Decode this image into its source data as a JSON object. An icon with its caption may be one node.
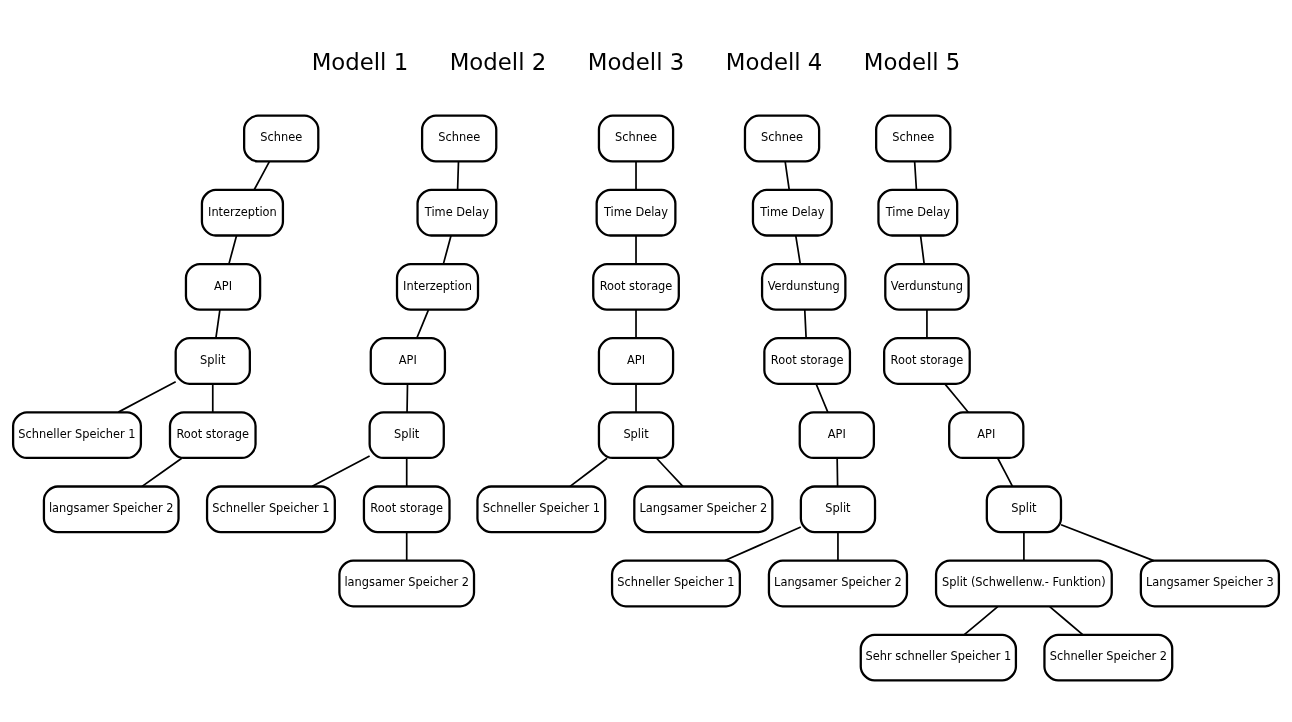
{
  "diagram": {
    "nodes": [
      {
        "text": [
          "Schnee"
        ]
      },
      {
        "text": [
          "Interzeption"
        ]
      },
      {
        "text": [
          "API"
        ]
      },
      {
        "text": [
          "Split"
        ]
      },
      {
        "text": [
          "Schneller Speicher 1"
        ]
      },
      {
        "text": [
          "Root storage"
        ]
      },
      {
        "text": [
          "langsamer Speicher 2"
        ]
      },
      {
        "text": [
          "Schnee"
        ]
      },
      {
        "text": [
          "Time Delay"
        ]
      },
      {
        "text": [
          "Interzeption"
        ]
      },
      {
        "text": [
          "API"
        ]
      },
      {
        "text": [
          "Split"
        ]
      },
      {
        "text": [
          "Schneller Speicher 1"
        ]
      },
      {
        "text": [
          "Root storage"
        ]
      },
      {
        "text": [
          "langsamer Speicher 2"
        ]
      },
      {
        "text": [
          "Schnee"
        ]
      },
      {
        "text": [
          "Time Delay"
        ]
      },
      {
        "text": [
          "Root storage"
        ]
      },
      {
        "text": [
          "API"
        ]
      },
      {
        "text": [
          "Split"
        ]
      },
      {
        "text": [
          "Schneller Speicher 1"
        ]
      },
      {
        "text": [
          "Langsamer Speicher 2"
        ]
      },
      {
        "text": [
          "Schnee"
        ]
      },
      {
        "text": [
          "Time Delay"
        ]
      },
      {
        "text": [
          "Verdunstung"
        ]
      },
      {
        "text": [
          "Root storage"
        ]
      },
      {
        "text": [
          "API"
        ]
      },
      {
        "text": [
          "Split"
        ]
      },
      {
        "text": [
          "Schneller Speicher 1"
        ]
      },
      {
        "text": [
          "Langsamer Speicher 2"
        ]
      },
      {
        "text": [
          "Schnee"
        ]
      },
      {
        "text": [
          "Time Delay"
        ]
      },
      {
        "text": [
          "Verdunstung"
        ]
      },
      {
        "text": [
          "Root storage"
        ]
      },
      {
        "text": [
          "API"
        ]
      },
      {
        "text": [
          "Split"
        ]
      },
      {
        "text": [
          "Split (Schwellenw.- Funktion)"
        ]
      },
      {
        "text": [
          "Langsamer Speicher 3"
        ]
      },
      {
        "text": [
          "Sehr schneller Speicher 1"
        ]
      },
      {
        "text": [
          "Schneller Speicher 2"
        ]
      }
    ],
    "edges": [
      {
        "from": 0,
        "to": 1,
        "arrow": "none"
      },
      {
        "from": 1,
        "to": 2,
        "arrow": "none"
      },
      {
        "from": 2,
        "to": 3,
        "arrow": "none"
      },
      {
        "from": 3,
        "to": 4,
        "arrow": "none"
      },
      {
        "from": 3,
        "to": 5,
        "arrow": "none"
      },
      {
        "from": 5,
        "to": 6,
        "arrow": "none"
      },
      {
        "from": 7,
        "to": 8,
        "arrow": "none"
      },
      {
        "from": 8,
        "to": 9,
        "arrow": "none"
      },
      {
        "from": 9,
        "to": 10,
        "arrow": "none"
      },
      {
        "from": 10,
        "to": 11,
        "arrow": "none"
      },
      {
        "from": 11,
        "to": 12,
        "arrow": "none"
      },
      {
        "from": 11,
        "to": 13,
        "arrow": "none"
      },
      {
        "from": 13,
        "to": 14,
        "arrow": "none"
      },
      {
        "from": 15,
        "to": 16,
        "arrow": "none"
      },
      {
        "from": 16,
        "to": 17,
        "arrow": "none"
      },
      {
        "from": 17,
        "to": 18,
        "arrow": "none"
      },
      {
        "from": 18,
        "to": 19,
        "arrow": "none"
      },
      {
        "from": 19,
        "to": 20,
        "arrow": "none"
      },
      {
        "from": 19,
        "to": 21,
        "arrow": "none"
      },
      {
        "from": 22,
        "to": 23,
        "arrow": "none"
      },
      {
        "from": 23,
        "to": 24,
        "arrow": "none"
      },
      {
        "from": 24,
        "to": 25,
        "arrow": "none"
      },
      {
        "from": 25,
        "to": 26,
        "arrow": "none"
      },
      {
        "from": 26,
        "to": 27,
        "arrow": "none"
      },
      {
        "from": 27,
        "to": 28,
        "arrow": "none"
      },
      {
        "from": 27,
        "to": 29,
        "arrow": "none"
      },
      {
        "from": 30,
        "to": 31,
        "arrow": "none"
      },
      {
        "from": 31,
        "to": 32,
        "arrow": "none"
      },
      {
        "from": 32,
        "to": 33,
        "arrow": "none"
      },
      {
        "from": 33,
        "to": 34,
        "arrow": "none"
      },
      {
        "from": 34,
        "to": 35,
        "arrow": "none"
      },
      {
        "from": 35,
        "to": 36,
        "arrow": "none"
      },
      {
        "from": 35,
        "to": 37,
        "arrow": "none"
      },
      {
        "from": 36,
        "to": 38,
        "arrow": "none"
      },
      {
        "from": 36,
        "to": 39,
        "arrow": "none"
      }
    ],
    "labels": [
      "Modell 1",
      "Modell 2",
      "Modell 3",
      "Modell 4",
      "Modell 5"
    ]
  }
}
